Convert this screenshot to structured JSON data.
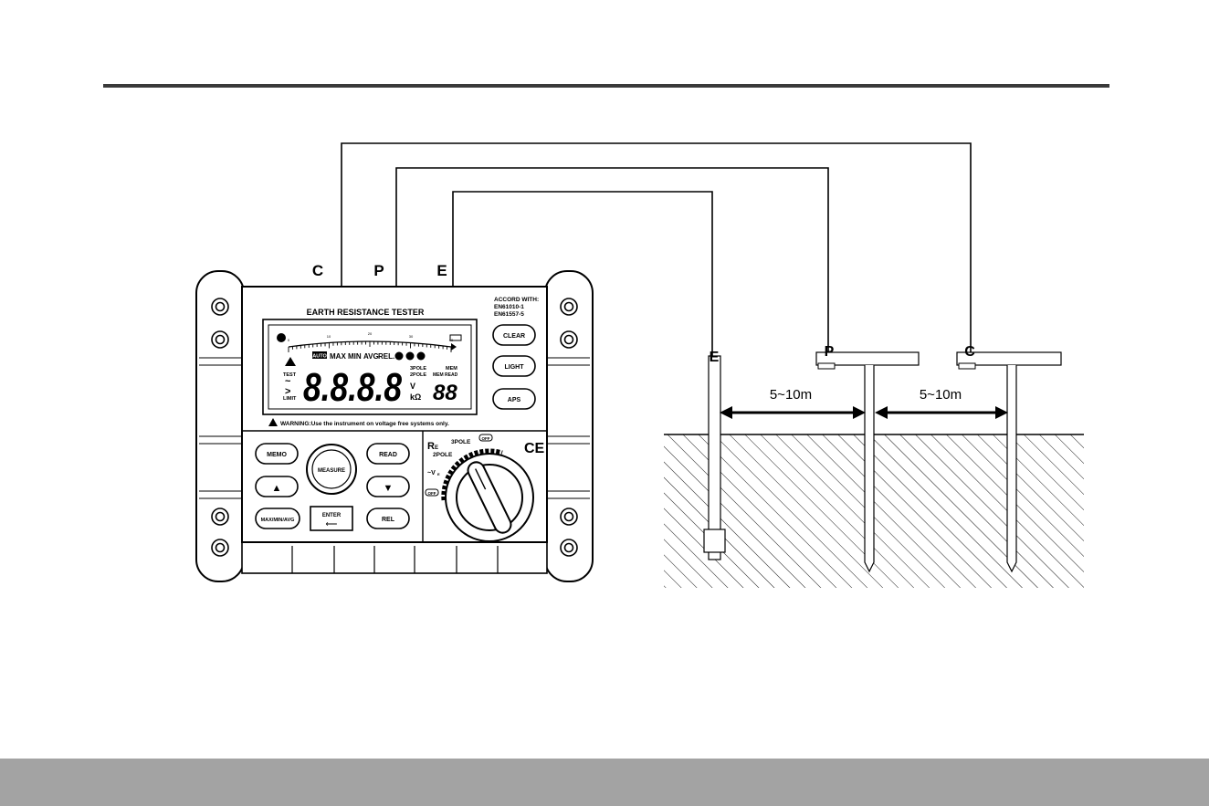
{
  "terminal_labels": {
    "c": "C",
    "p": "P",
    "e": "E"
  },
  "device": {
    "title": "EARTH RESISTANCE TESTER",
    "accord": [
      "ACCORD WITH:",
      "EN61010-1",
      "EN61557-5"
    ],
    "side_buttons": {
      "clear": "CLEAR",
      "light": "LIGHT",
      "aps": "APS"
    },
    "lcd": {
      "scale_ticks": [
        "0",
        "10",
        "20",
        "30",
        "40"
      ],
      "indicators": {
        "auto": "AUTO",
        "max": "MAX",
        "min": "MIN",
        "avg": "AVG",
        "rel": "REL."
      },
      "status_left": {
        "test": "TEST",
        "limit": "LIMIT"
      },
      "main_digits": "8.8.8.8",
      "pole_3": "3POLE",
      "pole_2": "2POLE",
      "unit_v": "V",
      "unit_kohm": "kΩ",
      "mem": "MEM",
      "memread": "MEM READ",
      "small_digits": "88"
    },
    "warning": "WARNING:Use the instrument on voltage free systems only.",
    "keypad": {
      "memo": "MEMO",
      "measure": "MEASURE",
      "read": "READ",
      "up_arrow": "▲",
      "down_arrow": "▼",
      "maxminavg": "MAX/MIN/AVG",
      "enter": "ENTER",
      "enter_arrow": "⟵",
      "rel": "REL"
    },
    "dial": {
      "re_main": "R",
      "re_sub": "E",
      "pole3": "3POLE",
      "pole2": "2POLE",
      "voltage": "~V",
      "voltage_sub": "E",
      "off_top": "OFF",
      "off_side": "OFF"
    },
    "ce_mark": "CE"
  },
  "electrodes": {
    "e": "E",
    "p": "P",
    "c": "C"
  },
  "distances": {
    "first": "5~10m",
    "second": "5~10m"
  }
}
